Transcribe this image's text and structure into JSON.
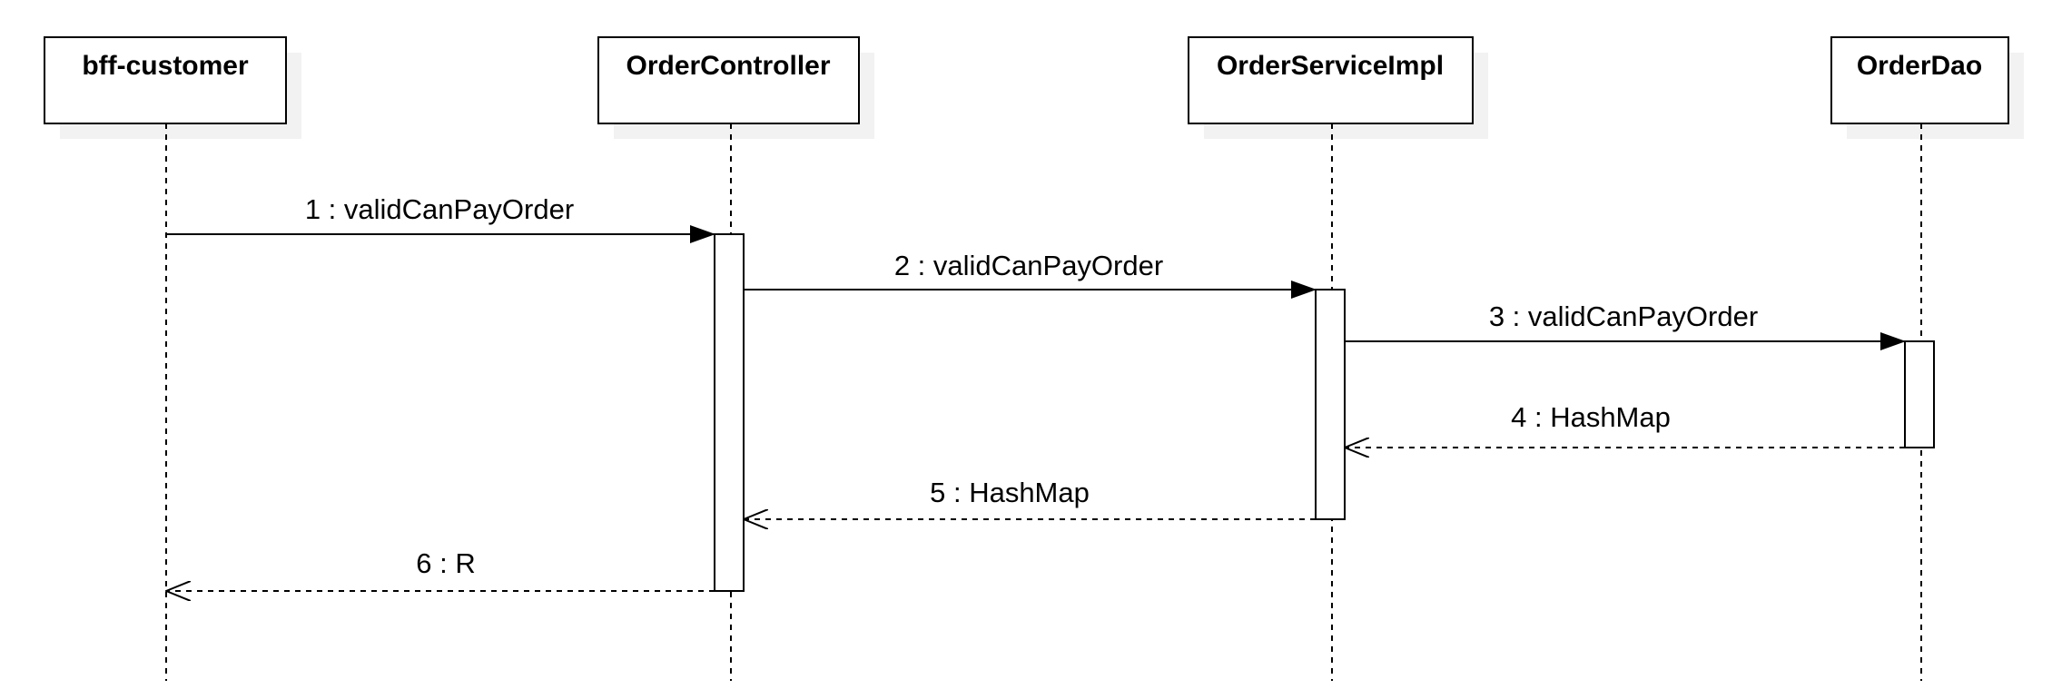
{
  "participants": [
    {
      "id": "p1",
      "name": "bff-customer"
    },
    {
      "id": "p2",
      "name": "OrderController"
    },
    {
      "id": "p3",
      "name": "OrderServiceImpl"
    },
    {
      "id": "p4",
      "name": "OrderDao"
    }
  ],
  "messages": [
    {
      "from": "p1",
      "to": "p2",
      "label": "1 : validCanPayOrder",
      "kind": "call"
    },
    {
      "from": "p2",
      "to": "p3",
      "label": "2 : validCanPayOrder",
      "kind": "call"
    },
    {
      "from": "p3",
      "to": "p4",
      "label": "3 : validCanPayOrder",
      "kind": "call"
    },
    {
      "from": "p4",
      "to": "p3",
      "label": "4 : HashMap",
      "kind": "return"
    },
    {
      "from": "p3",
      "to": "p2",
      "label": "5 : HashMap",
      "kind": "return"
    },
    {
      "from": "p2",
      "to": "p1",
      "label": "6 : R",
      "kind": "return"
    }
  ],
  "colors": {
    "line": "#000000",
    "shadow": "#f2f2f2",
    "box_fill": "#ffffff"
  }
}
